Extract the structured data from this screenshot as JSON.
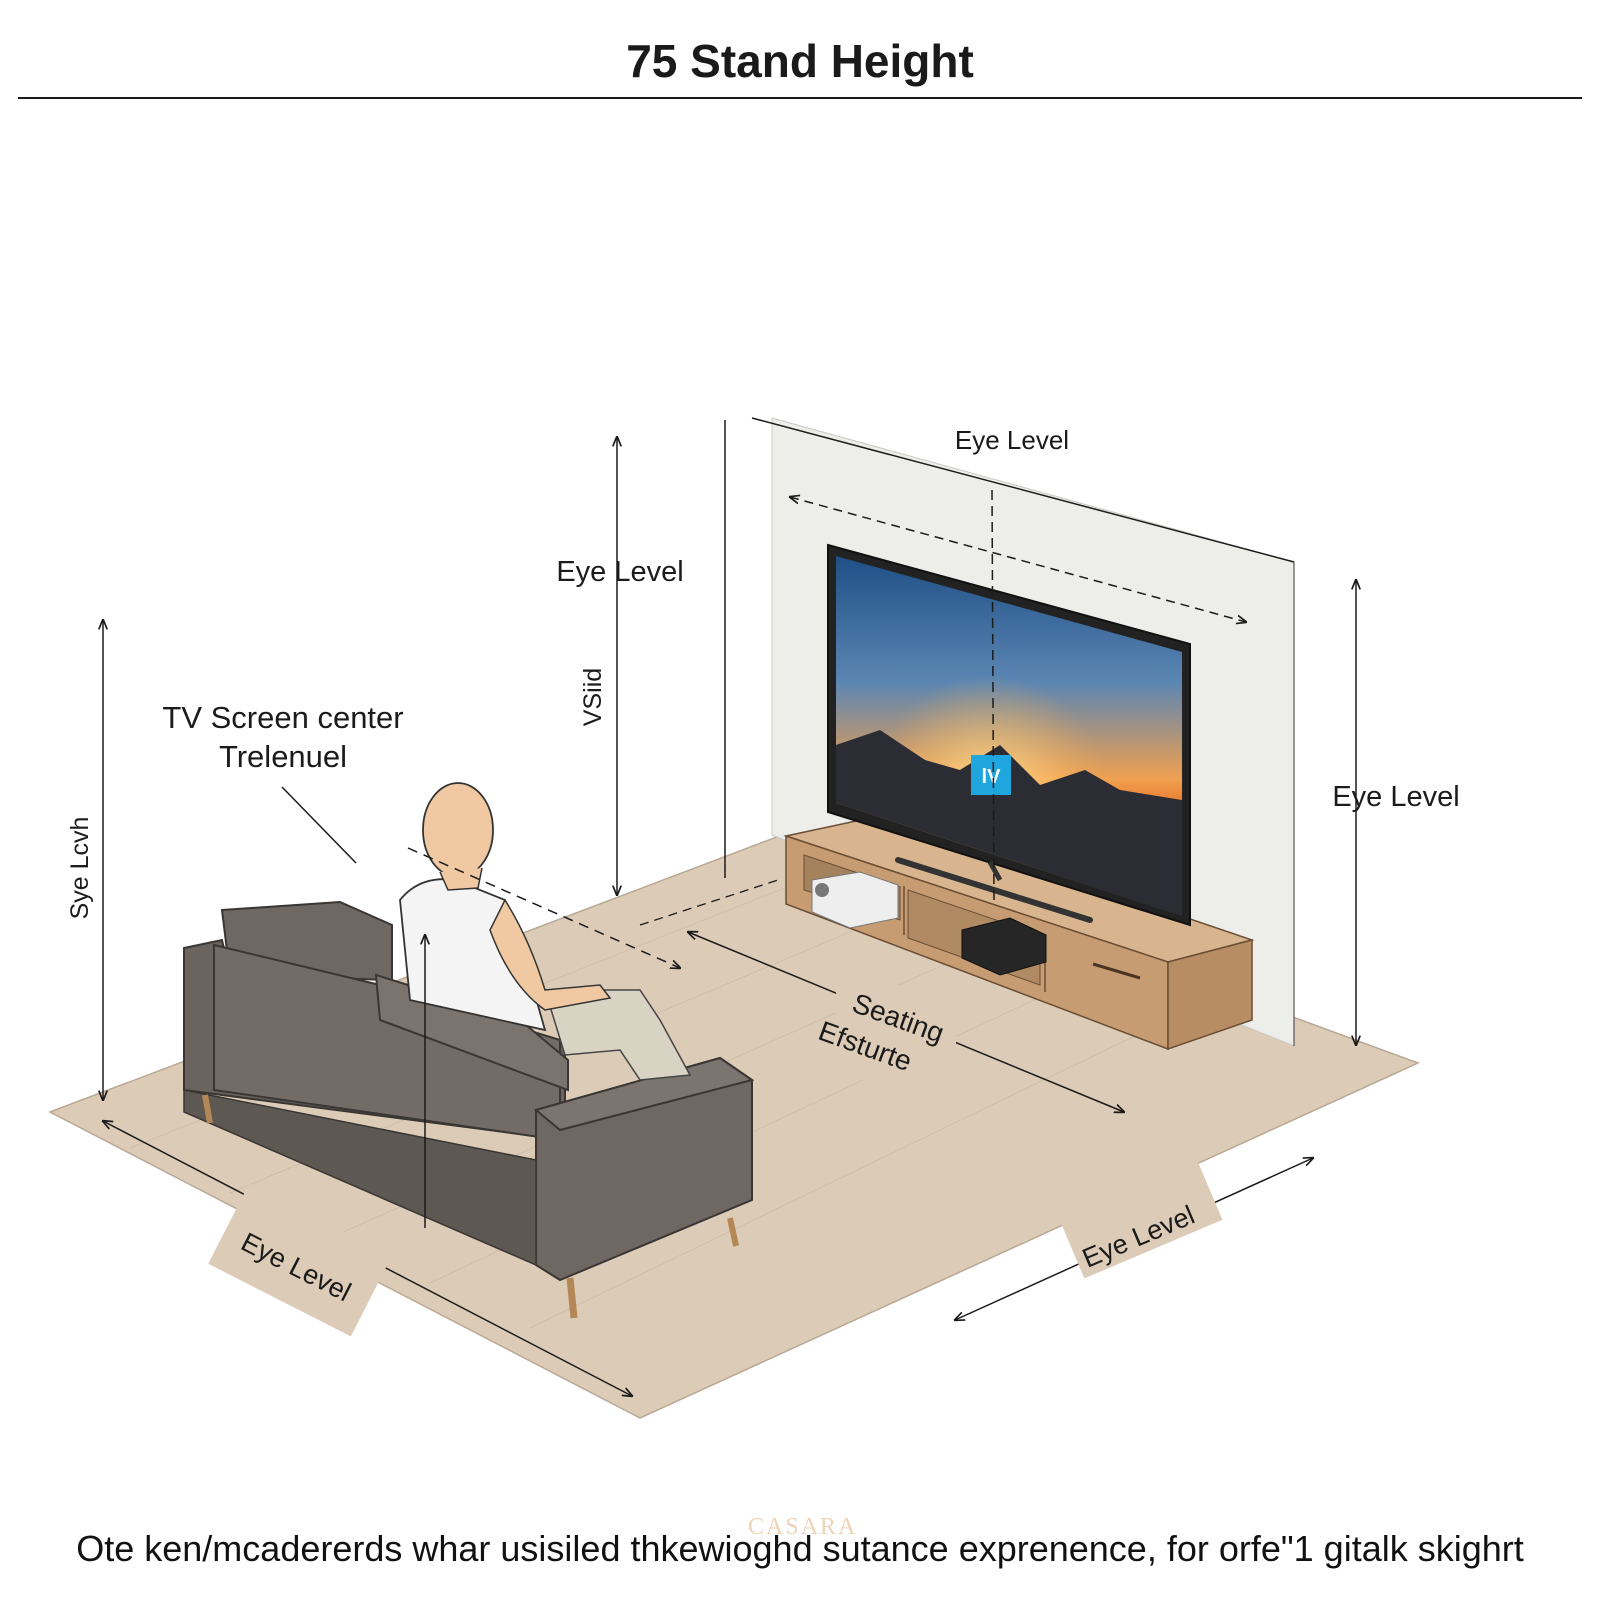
{
  "title": "75 Stand Height",
  "labels": {
    "eye_level_top": "Eye Level",
    "eye_level_mid": "Eye Level",
    "eye_level_right": "Eye Level",
    "eye_level_floor_left": "Eye Level",
    "eye_level_floor_right": "Eye Level",
    "tv_screen_center_line1": "TV Screen center",
    "tv_screen_center_line2": "Trelenuel",
    "vsiid": "VSiid",
    "sye_lcvh": "Sye Lcvh",
    "seating_line1": "Seating",
    "seating_line2": "Efsturte",
    "screen_logo": "lV"
  },
  "watermark": "CASARA",
  "caption": "Ote ken/mcadererds whar usisiled thkewioghd sutance exprenence, for orfe\"1 gitalk skighrt",
  "colors": {
    "floor": "#dcccb8",
    "wall": "#eeeeea",
    "sofa": "#6f6863",
    "tv_stand": "#caa27c",
    "shirt": "#f4f4f4",
    "skin": "#f0c9a3"
  }
}
